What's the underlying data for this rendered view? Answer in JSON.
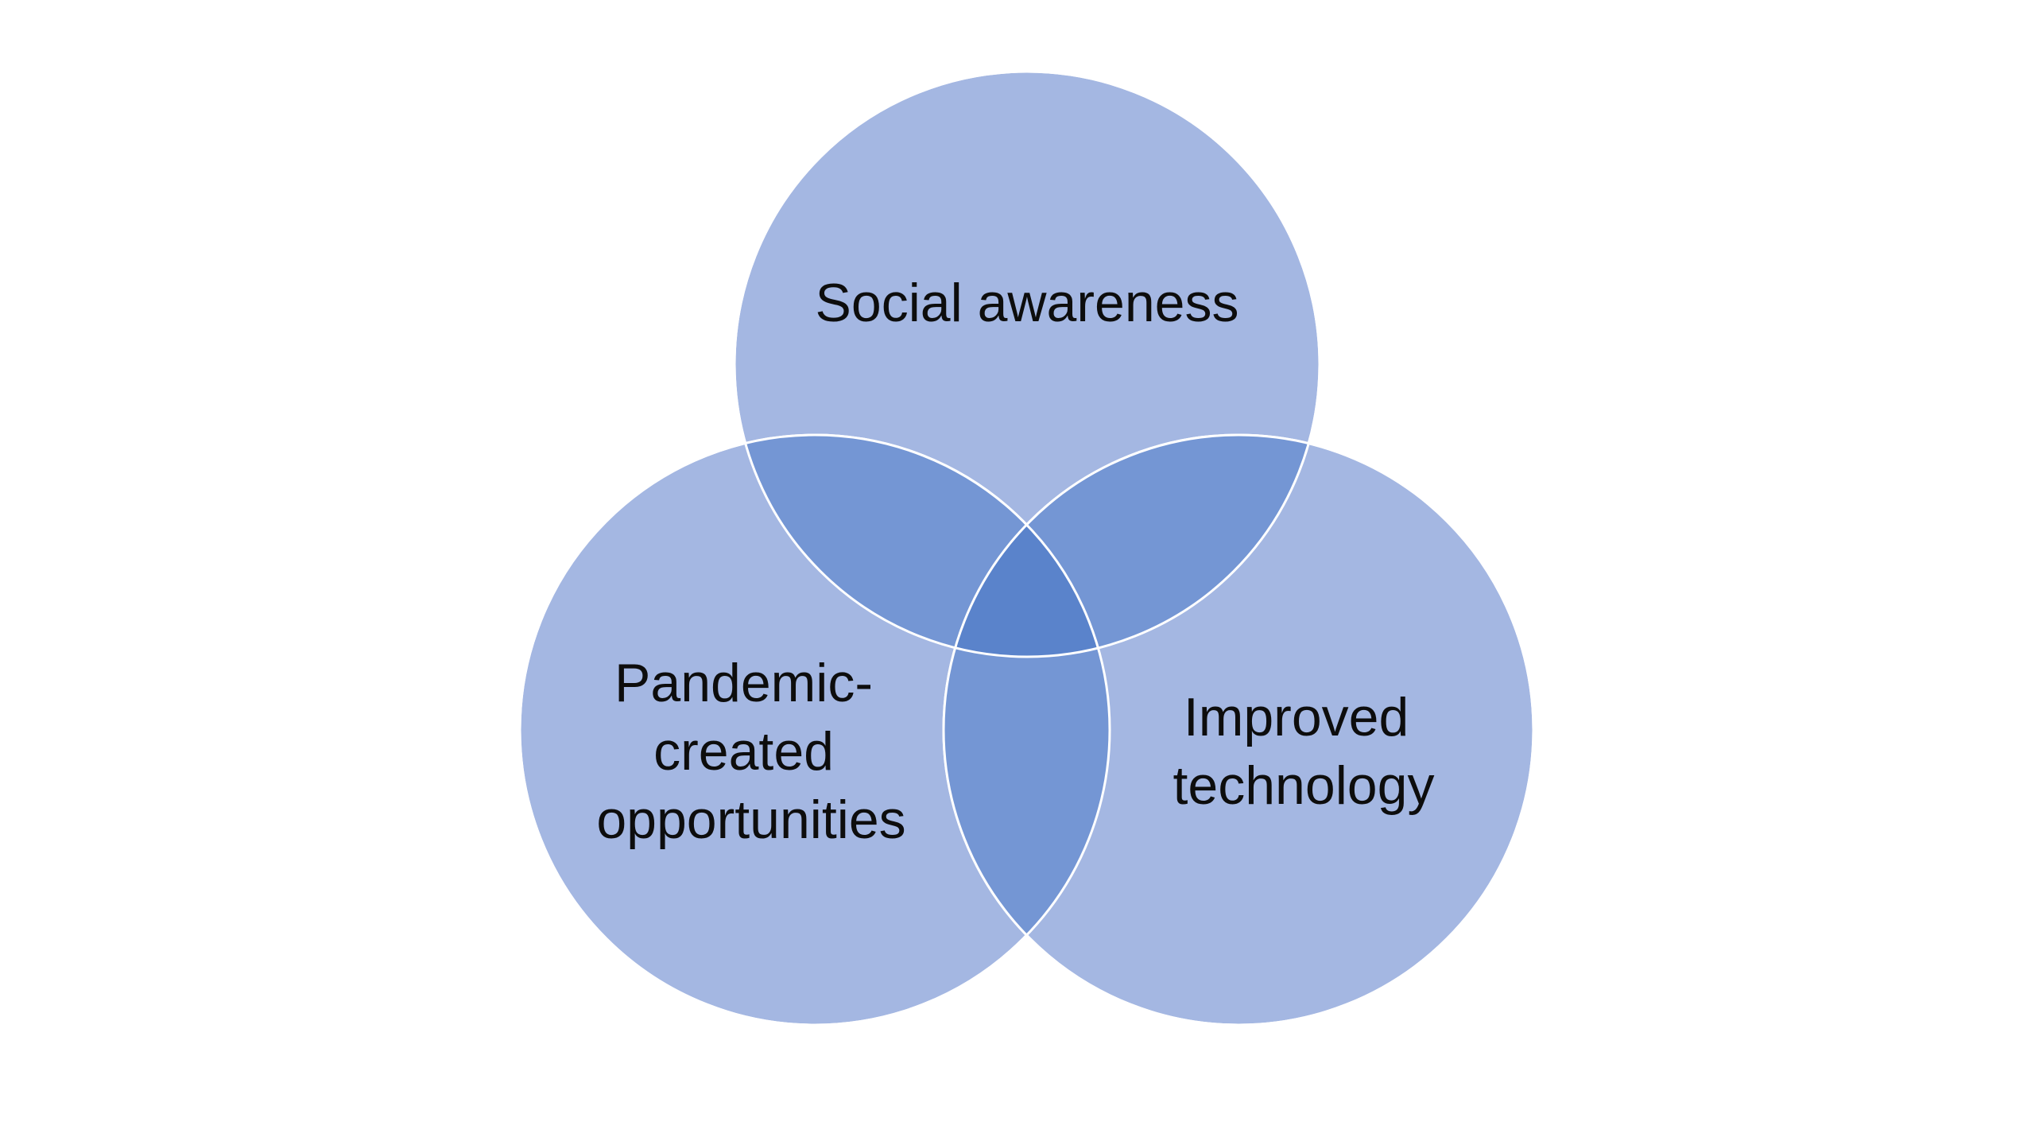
{
  "diagram": {
    "type": "venn",
    "colors": {
      "circle_fill": "#a4b7e2",
      "circle_outline": "#ffffff",
      "text": "#0d0d0d",
      "background": "#ffffff"
    },
    "sets": [
      {
        "id": "social",
        "label_lines": [
          "Social awareness"
        ]
      },
      {
        "id": "pandemic",
        "label_lines": [
          "Pandemic-",
          "created",
          "opportunities"
        ]
      },
      {
        "id": "technology",
        "label_lines": [
          "Improved",
          "technology"
        ]
      }
    ]
  }
}
